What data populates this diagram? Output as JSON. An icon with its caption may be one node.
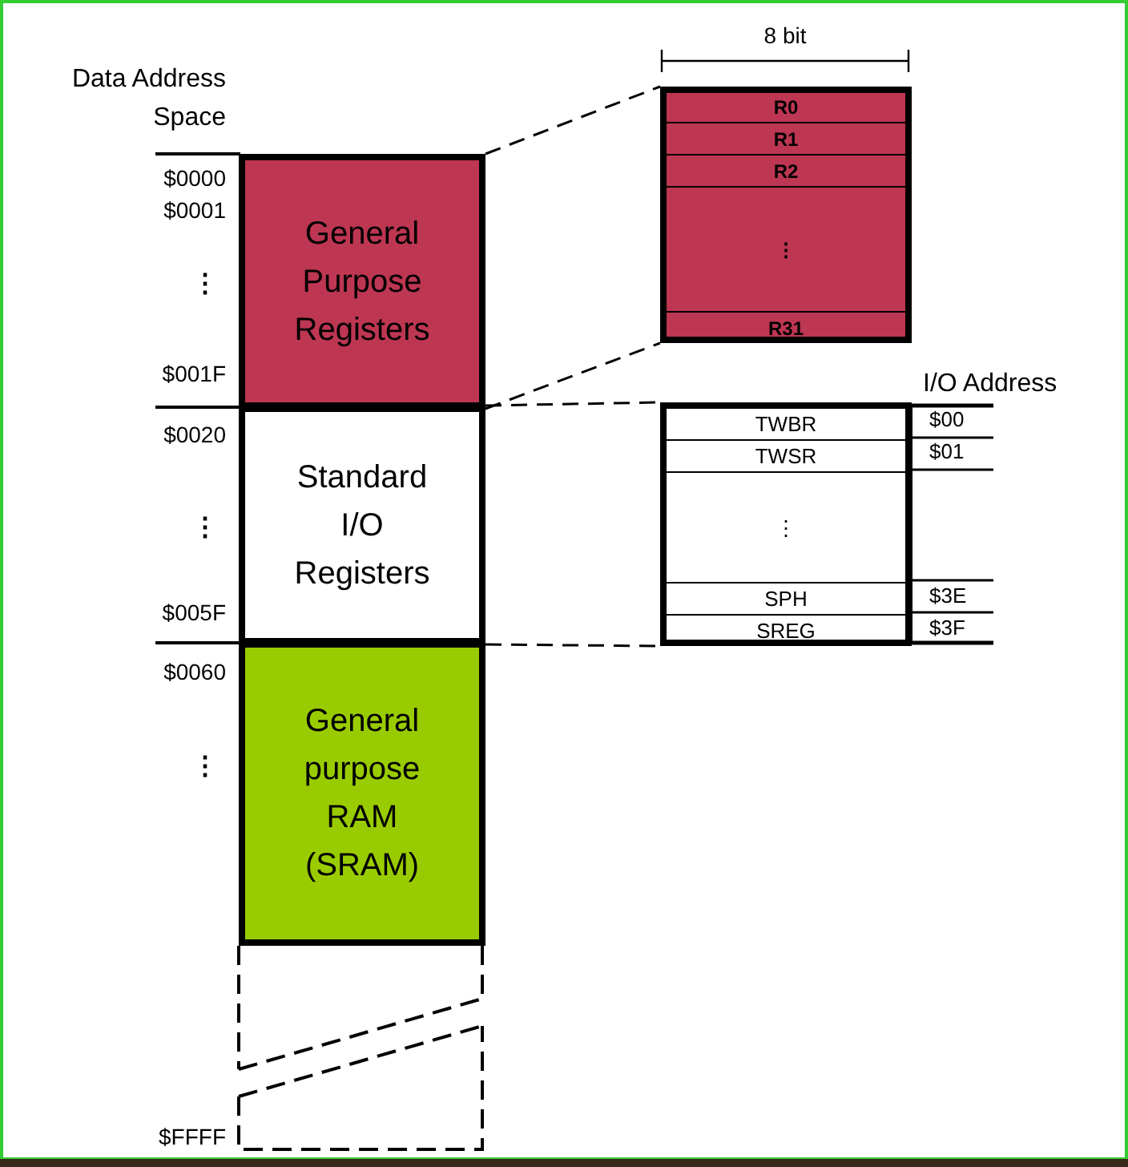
{
  "diagram": {
    "nodes": [
      {
        "text": [
          "General Purpose Registers"
        ]
      },
      {
        "text": [
          "Standard I/O Registers"
        ]
      },
      {
        "text": [
          "General purpose RAM (SRAM)"
        ]
      },
      {
        "text": [],
        "shape": "box"
      },
      {
        "text": [
          "R0"
        ],
        "in": 3
      },
      {
        "text": [
          "R1"
        ],
        "in": 3
      },
      {
        "text": [
          "R2"
        ],
        "in": 3
      },
      {
        "text": [
          "⋮"
        ],
        "in": 3
      },
      {
        "text": [
          "R31"
        ],
        "in": 3
      },
      {
        "text": [],
        "shape": "box"
      },
      {
        "text": [
          "TWBR"
        ],
        "in": 9
      },
      {
        "text": [
          "TWSR"
        ],
        "in": 9
      },
      {
        "text": [
          "⋮"
        ],
        "in": 9
      },
      {
        "text": [
          "SPH"
        ],
        "in": 9
      },
      {
        "text": [
          "SREG"
        ],
        "in": 9
      }
    ],
    "edges": [
      {
        "from": 0,
        "to": 3,
        "arrow": "none",
        "style": "dashed"
      },
      {
        "from": 0,
        "to": 3,
        "arrow": "none",
        "style": "dashed"
      },
      {
        "from": 1,
        "to": 9,
        "arrow": "none",
        "style": "dashed"
      },
      {
        "from": 1,
        "to": 9,
        "arrow": "none",
        "style": "dashed"
      }
    ],
    "labels": [
      "Data Address Space",
      "$0000",
      "$0001",
      "⋮",
      "$001F",
      "$0020",
      "⋮",
      "$005F",
      "$0060",
      "⋮",
      "$FFFF",
      "8 bit",
      "I/O Address",
      "$00",
      "$01",
      "$3E",
      "$3F"
    ]
  }
}
